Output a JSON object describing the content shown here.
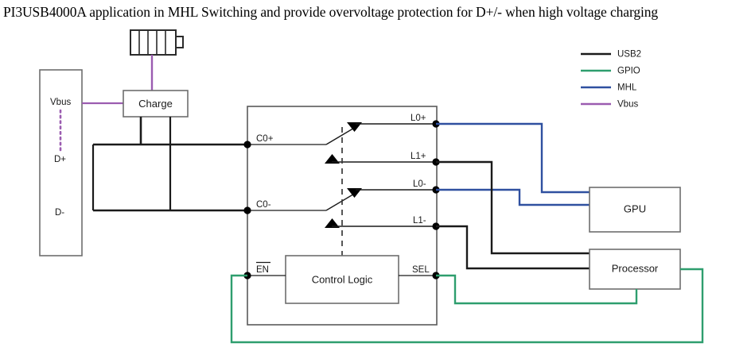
{
  "title": "PI3USB4000A application in MHL Switching and provide overvoltage protection for D+/- when high voltage charging",
  "colors": {
    "usb2": "#1a1a1a",
    "gpio": "#2e9e6e",
    "mhl": "#2f50a0",
    "vbus": "#9b5cb0",
    "box_stroke": "#6e6e6e",
    "ic_stroke": "#5a5a5a",
    "text": "#1a1a1a",
    "background": "#ffffff"
  },
  "legend": {
    "items": [
      {
        "label": "USB2",
        "color": "#1a1a1a"
      },
      {
        "label": "GPIO",
        "color": "#2e9e6e"
      },
      {
        "label": "MHL",
        "color": "#2f50a0"
      },
      {
        "label": "Vbus",
        "color": "#9b5cb0"
      }
    ]
  },
  "blocks": {
    "connector": {
      "label": "",
      "pins": [
        "Vbus",
        "D+",
        "D-"
      ]
    },
    "charge": {
      "label": "Charge"
    },
    "battery": {
      "label": "",
      "cells": 5
    },
    "ic": {
      "label": ""
    },
    "control_logic": {
      "label": "Control Logic"
    },
    "gpu": {
      "label": "GPU"
    },
    "processor": {
      "label": "Processor"
    }
  },
  "connector_pins": {
    "vbus": "Vbus",
    "dplus": "D+",
    "dminus": "D-"
  },
  "ic_pins": {
    "left": [
      "C0+",
      "C0-"
    ],
    "right": [
      "L0+",
      "L1+",
      "L0-",
      "L1-"
    ],
    "enable": "EN",
    "select": "SEL"
  }
}
